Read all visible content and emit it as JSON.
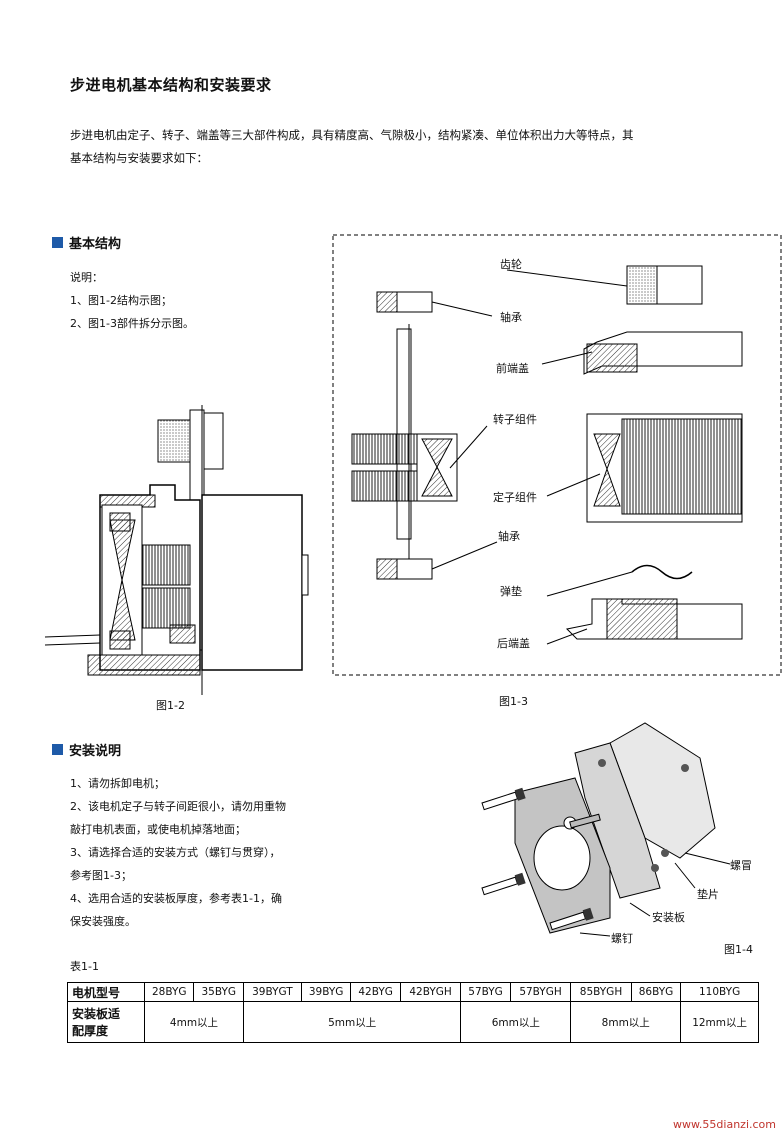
{
  "page_title": "步进电机基本结构和安装要求",
  "intro": [
    "步进电机由定子、转子、端盖等三大部件构成，具有精度高、气隙极小，结构紧凑、单位体积出力大等特点，其",
    "基本结构与安装要求如下："
  ],
  "section1": {
    "heading": "基本结构",
    "notes": [
      "说明：",
      "1、图1-2结构示图；",
      "2、图1-3部件拆分示图。"
    ]
  },
  "fig13_labels": [
    "齿轮",
    "轴承",
    "前端盖",
    "转子组件",
    "定子组件",
    "轴承",
    "弹垫",
    "后端盖"
  ],
  "captions": {
    "fig12": "图1-2",
    "fig13": "图1-3",
    "fig14": "图1-4"
  },
  "section2": {
    "heading": "安装说明",
    "items": [
      "1、请勿拆卸电机；",
      "2、该电机定子与转子间距很小，请勿用重物",
      "敲打电机表面，或使电机掉落地面；",
      "3、请选择合适的安装方式（螺钉与贯穿），",
      "参考图1-3；",
      "4、选用合适的安装板厚度，参考表1-1，确",
      "保安装强度。"
    ]
  },
  "fig14_labels": {
    "cap": "螺冒",
    "washer": "垫片",
    "plate": "安装板",
    "screw": "螺钉"
  },
  "table": {
    "caption": "表1-1",
    "row1_header": "电机型号",
    "models": [
      "28BYG",
      "35BYG",
      "39BYGT",
      "39BYG",
      "42BYG",
      "42BYGH",
      "57BYG",
      "57BYGH",
      "85BYGH",
      "86BYG",
      "110BYG"
    ],
    "row2_header_lines": [
      "安装板适",
      "配厚度"
    ],
    "thickness": [
      "4mm以上",
      "5mm以上",
      "6mm以上",
      "8mm以上",
      "12mm以上"
    ]
  },
  "watermark": "www.55dianzi.com"
}
